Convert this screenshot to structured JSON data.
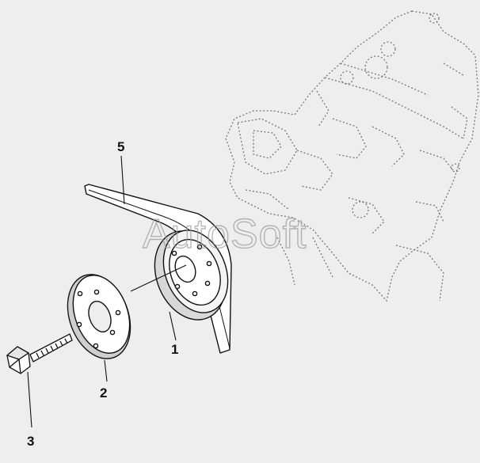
{
  "diagram": {
    "watermark": "AutoSoft",
    "callouts": [
      {
        "id": "1",
        "text": "1",
        "part": "pulley"
      },
      {
        "id": "2",
        "text": "2",
        "part": "washer-plate"
      },
      {
        "id": "3",
        "text": "3",
        "part": "bolt"
      },
      {
        "id": "5",
        "text": "5",
        "part": "belt"
      }
    ],
    "colors": {
      "background": "#eeeeee",
      "line": "#111111",
      "ghost_engine": "#777777"
    }
  }
}
